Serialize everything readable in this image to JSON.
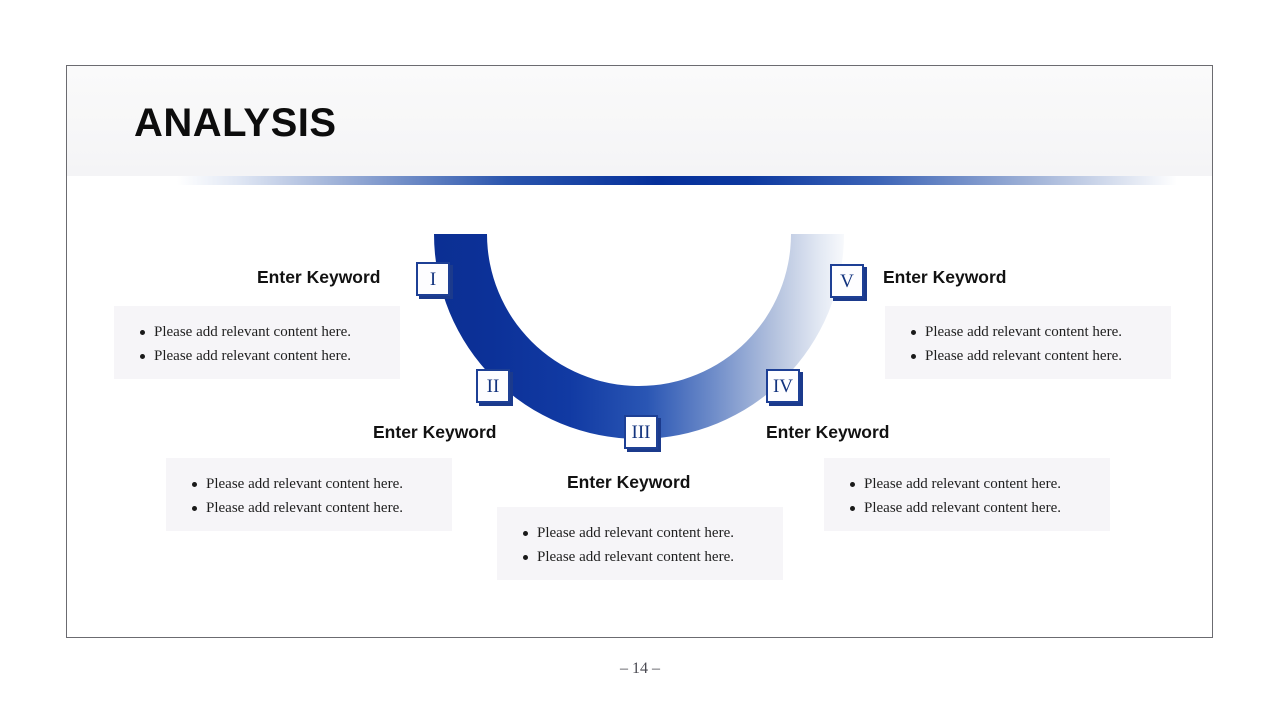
{
  "slide": {
    "title": "ANALYSIS",
    "page_number": "– 14 –",
    "accent_color": "#06309a",
    "numeral_border_color": "#1d3f95",
    "panel_background": "#f6f5f8"
  },
  "diagram": {
    "type": "u-curve-process",
    "shape": "semi-circular arc open at top, gradient dark blue on left fading to white on right",
    "steps": [
      {
        "numeral": "I",
        "keyword": "Enter Keyword",
        "bullets": [
          "Please add relevant content here.",
          "Please add relevant content here."
        ]
      },
      {
        "numeral": "II",
        "keyword": "Enter Keyword",
        "bullets": [
          "Please add relevant content here.",
          "Please add relevant content here."
        ]
      },
      {
        "numeral": "III",
        "keyword": "Enter Keyword",
        "bullets": [
          "Please add relevant content here.",
          "Please add relevant content here."
        ]
      },
      {
        "numeral": "IV",
        "keyword": "Enter Keyword",
        "bullets": [
          "Please add relevant content here.",
          "Please add relevant content here."
        ]
      },
      {
        "numeral": "V",
        "keyword": "Enter Keyword",
        "bullets": [
          "Please add relevant content here.",
          "Please add relevant content here."
        ]
      }
    ]
  }
}
